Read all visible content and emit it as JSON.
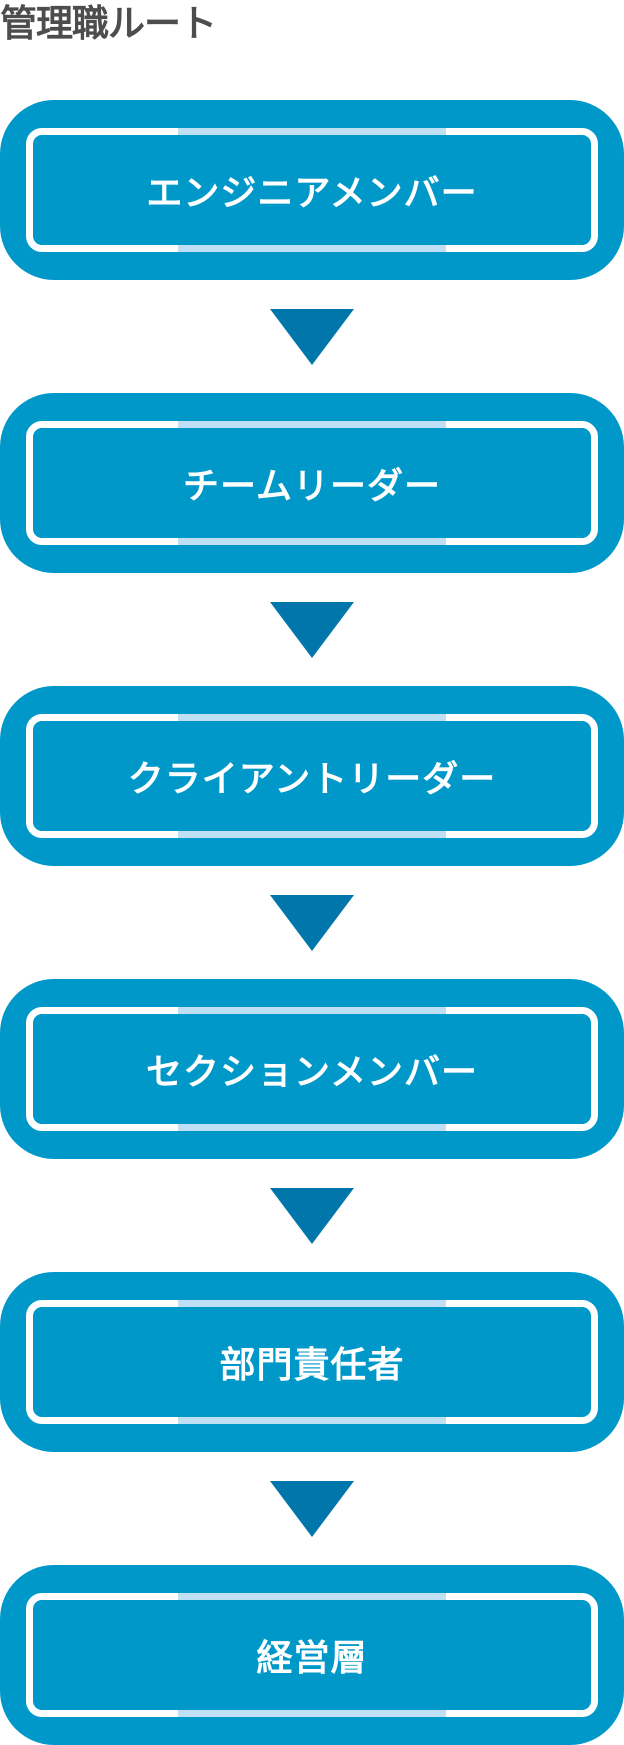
{
  "title": "管理職ルート",
  "colors": {
    "box_fill": "#0098c9",
    "inner_border": "#ffffff",
    "inner_border_accent": "#bfdff5",
    "arrow": "#0076ab",
    "title_text": "#4d4d4d",
    "box_text": "#ffffff"
  },
  "steps": [
    {
      "label": "エンジニアメンバー"
    },
    {
      "label": "チームリーダー"
    },
    {
      "label": "クライアントリーダー"
    },
    {
      "label": "セクションメンバー"
    },
    {
      "label": "部門責任者"
    },
    {
      "label": "経営層"
    }
  ],
  "arrows": [
    {
      "icon": "down-triangle-icon"
    },
    {
      "icon": "down-triangle-icon"
    },
    {
      "icon": "down-triangle-icon"
    },
    {
      "icon": "down-triangle-icon"
    },
    {
      "icon": "down-triangle-icon"
    }
  ]
}
